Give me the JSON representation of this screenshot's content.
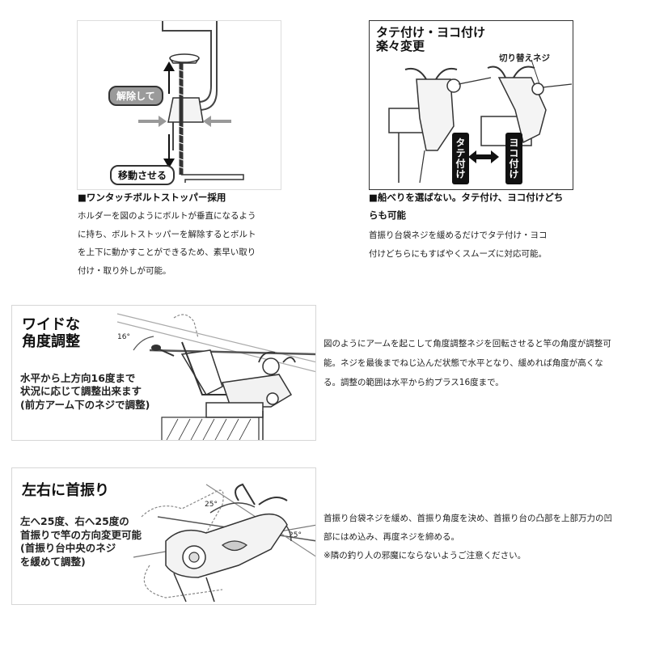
{
  "panel1": {
    "bubble_release": "解除して",
    "bubble_move": "移動させる",
    "heading": "■ワンタッチボルトストッパー採用",
    "body": [
      "ホルダーを図のようにボルトが垂直になるよう",
      "に持ち、ボルトストッパーを解除するとボルト",
      "を上下に動かすことができるため、素早い取り",
      "付け・取り外しが可能。"
    ]
  },
  "panel2": {
    "title_line1": "タテ付け・ヨコ付け",
    "title_line2": "楽々変更",
    "switch_label": "切り替えネジ",
    "tag_vertical": "タテ付け",
    "tag_horizontal": "ヨコ付け",
    "heading": [
      "■船べりを選ばない。タテ付け、ヨコ付けどち",
      "らも可能"
    ],
    "body": [
      "首振り台袋ネジを緩めるだけでタテ付け・ヨコ",
      "付けどちらにもすばやくスムーズに対応可能。"
    ]
  },
  "panel3": {
    "title_line1": "ワイドな",
    "title_line2": "角度調整",
    "angle": "16°",
    "sub": [
      "水平から上方向16度まで",
      "状況に応じて調整出来ます",
      "(前方アーム下のネジで調整)"
    ],
    "body": [
      "図のようにアームを起こして角度調整ネジを回転させると竿の角度が調整可",
      "能。ネジを最後までねじ込んだ状態で水平となり、緩めれば角度が高くな",
      "る。調整の範囲は水平から約プラス16度まで。"
    ]
  },
  "panel4": {
    "title": "左右に首振り",
    "angle_left": "25°",
    "angle_right": "25°",
    "sub": [
      "左へ25度、右へ25度の",
      "首振りで竿の方向変更可能",
      "(首振り台中央のネジ",
      "を緩めて調整)"
    ],
    "body": [
      "首振り台袋ネジを緩め、首振り角度を決め、首振り台の凸部を上部万力の凹",
      "部にはめ込み、再度ネジを締める。",
      "※隣の釣り人の邪魔にならないようご注意ください。"
    ]
  }
}
